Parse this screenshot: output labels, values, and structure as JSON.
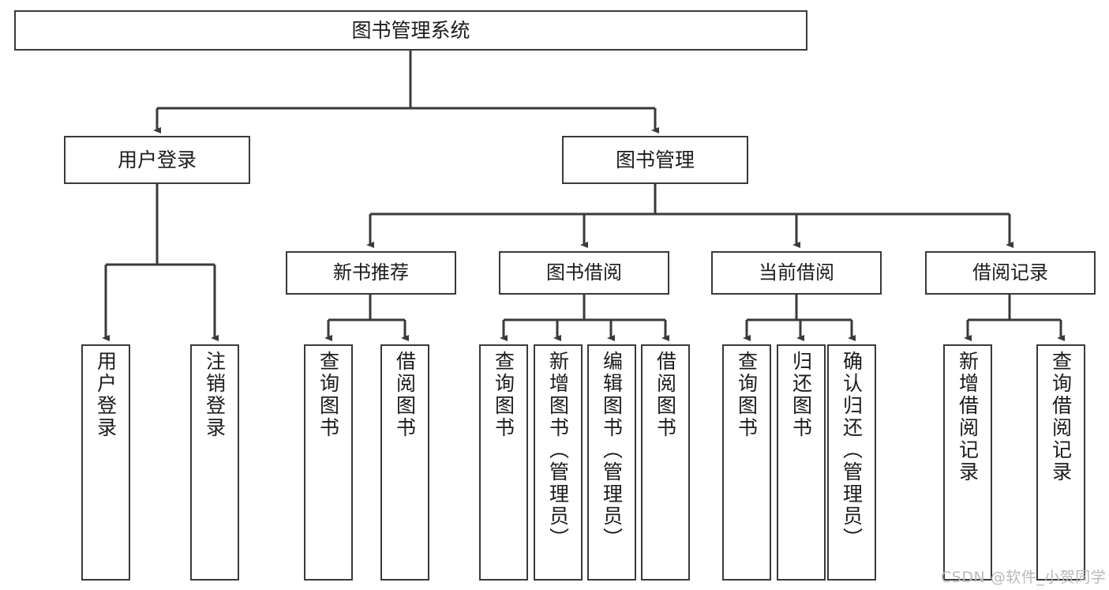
{
  "diagram": {
    "title": "图书管理系统",
    "type": "hierarchy-tree",
    "stroke_color": "#3a3a3a",
    "text_color": "#1b1b1b",
    "background_color": "#ffffff",
    "nodes": {
      "root": {
        "label": "图书管理系统"
      },
      "level1": [
        {
          "id": "user-login",
          "label": "用户登录"
        },
        {
          "id": "book-management",
          "label": "图书管理"
        }
      ],
      "level2": [
        {
          "id": "new-book-recommend",
          "label": "新书推荐"
        },
        {
          "id": "book-borrow",
          "label": "图书借阅"
        },
        {
          "id": "current-borrow",
          "label": "当前借阅"
        },
        {
          "id": "borrow-record",
          "label": "借阅记录"
        }
      ],
      "leaves": {
        "user-login": [
          {
            "id": "leaf-user-login",
            "label": "用户登录"
          },
          {
            "id": "leaf-logout",
            "label": "注销登录"
          }
        ],
        "new-book-recommend": [
          {
            "id": "leaf-query-book-1",
            "label": "查询图书"
          },
          {
            "id": "leaf-borrow-book-1",
            "label": "借阅图书"
          }
        ],
        "book-borrow": [
          {
            "id": "leaf-query-book-2",
            "label": "查询图书"
          },
          {
            "id": "leaf-add-book",
            "label": "新增图书（管理员）"
          },
          {
            "id": "leaf-edit-book",
            "label": "编辑图书（管理员）"
          },
          {
            "id": "leaf-borrow-book-2",
            "label": "借阅图书"
          }
        ],
        "current-borrow": [
          {
            "id": "leaf-query-book-3",
            "label": "查询图书"
          },
          {
            "id": "leaf-return-book",
            "label": "归还图书"
          },
          {
            "id": "leaf-confirm-return",
            "label": "确认归还（管理员）"
          }
        ],
        "borrow-record": [
          {
            "id": "leaf-add-record",
            "label": "新增借阅记录"
          },
          {
            "id": "leaf-query-record",
            "label": "查询借阅记录"
          }
        ]
      }
    },
    "watermark": "CSDN @软件_小贺同学"
  }
}
